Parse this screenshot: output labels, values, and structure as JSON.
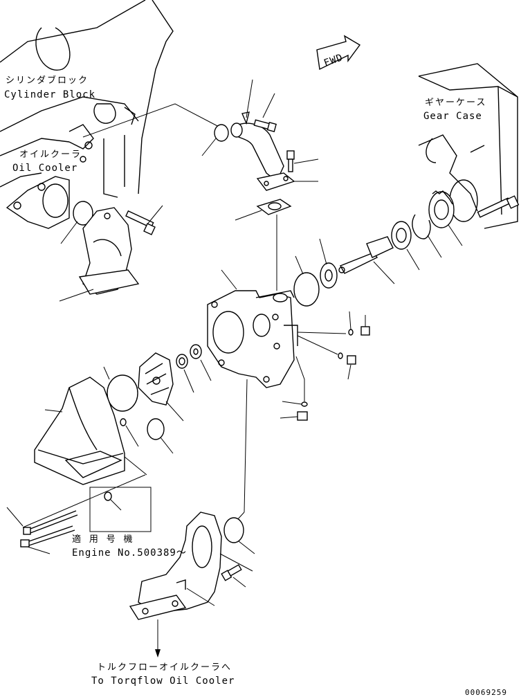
{
  "labels": {
    "cylinder_block_jp": "シリンダブロック",
    "cylinder_block_en": "Cylinder Block",
    "oil_cooler_jp": "オイルクーラ",
    "oil_cooler_en": "Oil Cooler",
    "gear_case_jp": "ギヤーケース",
    "gear_case_en": "Gear Case",
    "fwd": "FWD",
    "applicable_jp": "適 用 号 機",
    "engine_no": "Engine No.500389～",
    "torqflow_jp": "トルクフローオイルクーラへ",
    "torqflow_en": "To Torqflow Oil Cooler",
    "drawing_number": "00069259"
  }
}
